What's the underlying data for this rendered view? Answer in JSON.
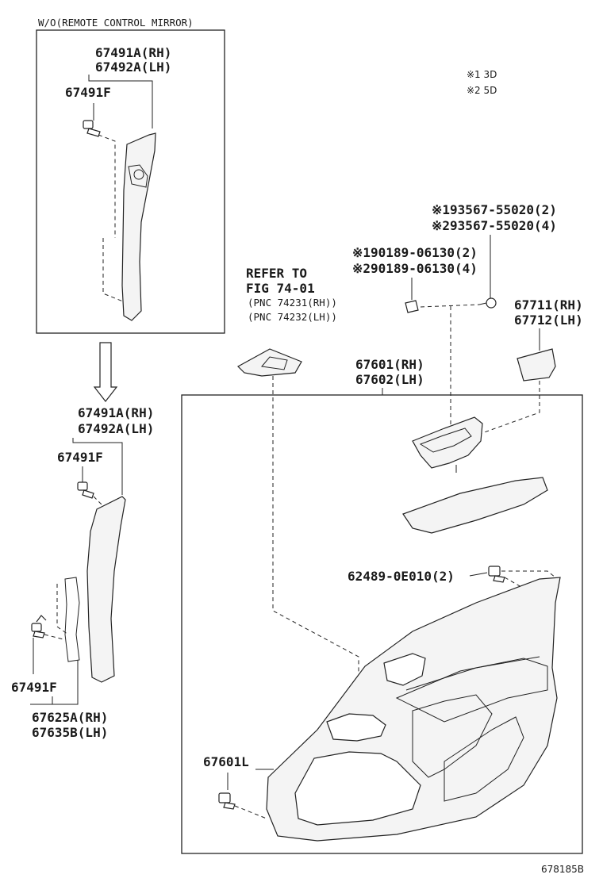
{
  "inset": {
    "title": "W/O(REMOTE CONTROL MIRROR)",
    "label_a_rh": "67491A(RH)",
    "label_a_lh": "67492A(LH)",
    "label_f": "67491F"
  },
  "legend": {
    "note1": "※1 3D",
    "note2": "※2 5D"
  },
  "refer": {
    "line1": "REFER TO",
    "line2": "FIG 74-01",
    "line3": "(PNC 74231(RH))",
    "line4": "(PNC 74232(LH))"
  },
  "parts": {
    "screw1": "※193567-55020(2)",
    "screw2": "※293567-55020(4)",
    "clip1": "※190189-06130(2)",
    "clip2": "※290189-06130(4)",
    "cover_rh": "67711(RH)",
    "cover_lh": "67712(LH)",
    "board_rh": "67601(RH)",
    "board_lh": "67602(LH)",
    "pillar_rh": "67491A(RH)",
    "pillar_lh": "67492A(LH)",
    "pillar_clip": "67491F",
    "fastener": "62489-0E010(2)",
    "lower_clip": "67491F",
    "bracket_rh": "67625A(RH)",
    "bracket_lh": "67635B(LH)",
    "board_clip": "67601L"
  },
  "footer": {
    "code": "678185B"
  }
}
